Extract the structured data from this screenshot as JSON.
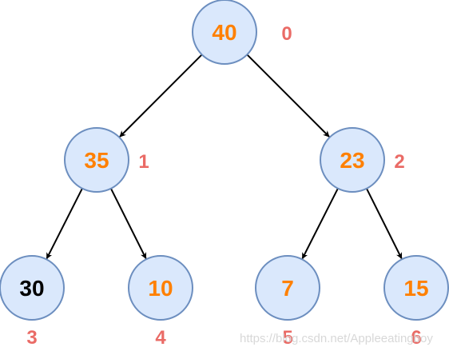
{
  "colors": {
    "node_fill": "#dae8fc",
    "node_stroke": "#6c8ebf",
    "value_default": "#ff8000",
    "value_alt": "#000000",
    "index": "#ea6b66",
    "edge": "#000000"
  },
  "nodes": [
    {
      "value": "40",
      "index": "0",
      "value_color": "#ff8000"
    },
    {
      "value": "35",
      "index": "1",
      "value_color": "#ff8000"
    },
    {
      "value": "23",
      "index": "2",
      "value_color": "#ff8000"
    },
    {
      "value": "30",
      "index": "3",
      "value_color": "#000000"
    },
    {
      "value": "10",
      "index": "4",
      "value_color": "#ff8000"
    },
    {
      "value": "7",
      "index": "5",
      "value_color": "#ff8000"
    },
    {
      "value": "15",
      "index": "6",
      "value_color": "#ff8000"
    }
  ],
  "edges": [
    {
      "from": 0,
      "to": 1
    },
    {
      "from": 0,
      "to": 2
    },
    {
      "from": 1,
      "to": 3
    },
    {
      "from": 1,
      "to": 4
    },
    {
      "from": 2,
      "to": 5
    },
    {
      "from": 2,
      "to": 6
    }
  ],
  "watermark": "https://blog.csdn.net/Appleeatingboy"
}
